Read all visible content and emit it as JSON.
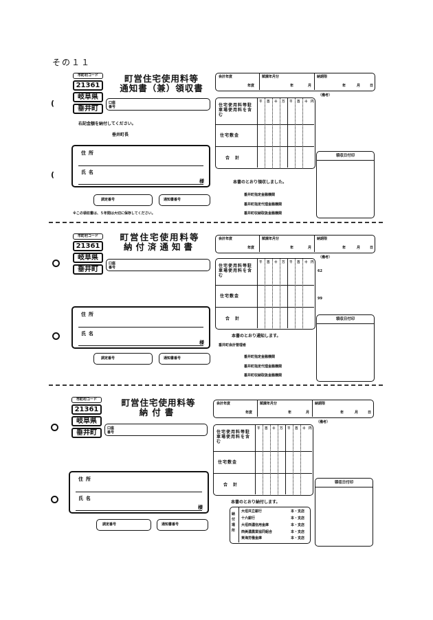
{
  "page_label": "その１１",
  "forms": [
    {
      "code_header": "市町村コード",
      "code": "21361",
      "prefecture": "岐阜県",
      "town": "垂井町",
      "title_line1": "町営住宅使用料等",
      "title_line2": "通知書（兼）領収書",
      "year_label": "会計年度",
      "year_unit": "年度",
      "period_label": "賦課年月分",
      "period_year": "年",
      "period_month": "月",
      "due_label": "納期限",
      "due_year": "年",
      "due_month": "月",
      "due_day": "日",
      "note_label": "（備考）",
      "id_label": "口座番号",
      "amount_label": "住宅使用料等駐車場使用料を含む",
      "deposit_label": "住宅敷金",
      "total_label": "合計",
      "digits": [
        "千",
        "百",
        "十",
        "万",
        "千",
        "百",
        "十",
        "円"
      ],
      "instruction": "右記金額を納付してください。",
      "issuer": "垂井町長",
      "address_label": "住所",
      "name_label": "氏名",
      "sama": "様",
      "receipt_text": "本書のとおり領収しました。",
      "stamp_label": "領収日付印",
      "ref1_label": "調定番号",
      "ref2_label": "通知書番号",
      "footer_note": "※この領収書は、５年間は大切に保存してください。",
      "banks": [
        "垂井町指定金融機関",
        "垂井町指定代理金融機関",
        "垂井町収納取扱金融機関"
      ],
      "side_text": ""
    },
    {
      "code_header": "市町村コード",
      "code": "21361",
      "prefecture": "岐阜県",
      "town": "垂井町",
      "title_line1": "町営住宅使用料等",
      "title_line2": "納付済通知書",
      "year_label": "会計年度",
      "year_unit": "年度",
      "period_label": "賦課年月分",
      "period_year": "年",
      "period_month": "月",
      "due_label": "納期限",
      "due_year": "年",
      "due_month": "月",
      "due_day": "日",
      "note_label": "（備考）",
      "id_label": "口座番号",
      "amount_label": "住宅使用料等駐車場使用料を含む",
      "deposit_label": "住宅敷金",
      "total_label": "合計",
      "digits": [
        "千",
        "百",
        "十",
        "万",
        "千",
        "百",
        "十",
        "円"
      ],
      "address_label": "住所",
      "name_label": "氏名",
      "sama": "様",
      "receipt_text": "本書のとおり通知します。",
      "receiver": "垂井町会計管理者",
      "stamp_label": "領収日付印",
      "ref1_label": "調定番号",
      "ref2_label": "通知書番号",
      "banks": [
        "垂井町指定金融機関",
        "垂井町指定代理金融機関",
        "垂井町収納取扱金融機関"
      ],
      "side_code1": "62",
      "side_code2": "99"
    },
    {
      "code_header": "市町村コード",
      "code": "21361",
      "prefecture": "岐阜県",
      "town": "垂井町",
      "title_line1": "町営住宅使用料等",
      "title_line2": "納付書",
      "year_label": "会計年度",
      "year_unit": "年度",
      "period_label": "賦課年月分",
      "period_year": "年",
      "period_month": "月",
      "due_label": "納期限",
      "due_year": "年",
      "due_month": "月",
      "due_day": "日",
      "note_label": "（備考）",
      "id_label": "口座番号",
      "amount_label": "住宅使用料等駐車場使用料を含む",
      "deposit_label": "住宅敷金",
      "total_label": "合計",
      "digits": [
        "千",
        "百",
        "十",
        "万",
        "千",
        "百",
        "十",
        "円"
      ],
      "address_label": "住所",
      "name_label": "氏名",
      "sama": "様",
      "receipt_text": "本書のとおり納付します。",
      "stamp_label": "領収日付印",
      "ref1_label": "調定番号",
      "ref2_label": "通知書番号",
      "bank_side_label": "納付場所",
      "bank_list": [
        {
          "name": "大垣共立銀行",
          "branch": "本・支店"
        },
        {
          "name": "十六銀行",
          "branch": "本・支店"
        },
        {
          "name": "大垣西濃信用金庫",
          "branch": "本・支店"
        },
        {
          "name": "西美濃農業協同組合",
          "branch": "本・支店"
        },
        {
          "name": "東海労働金庫",
          "branch": "本・支店"
        }
      ]
    }
  ]
}
